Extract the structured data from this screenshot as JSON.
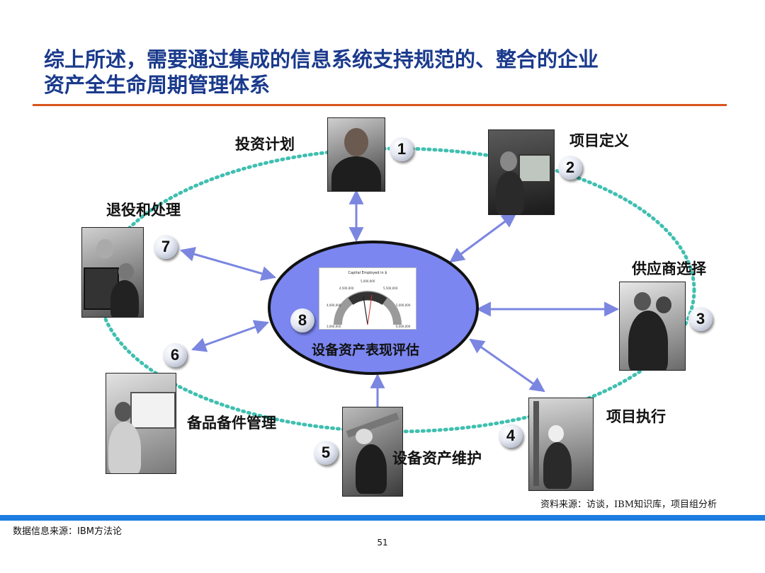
{
  "slide": {
    "title_line1": "综上所述，需要通过集成的信息系统支持规范的、整合的企业",
    "title_line2": "资产全生命周期管理体系",
    "accent_color": "#d9541c",
    "title_color": "#1a3a8c",
    "page_number": "51",
    "footer_source": "数据信息来源：IBM方法论",
    "source_note": "资料来源：访谈，IBM知识库，项目组分析"
  },
  "diagram": {
    "center": {
      "number": "8",
      "label": "设备资产表现评估",
      "fill_color": "#7b86f0",
      "gauge": {
        "title": "Capital Employed in $",
        "ticks": [
          "3,000,000",
          "4,000,000",
          "4,500,000",
          "5,000,000",
          "5,500,000",
          "5,000,000",
          "6,000,000"
        ]
      }
    },
    "stages": [
      {
        "number": "1",
        "label": "投资计划"
      },
      {
        "number": "2",
        "label": "项目定义"
      },
      {
        "number": "3",
        "label": "供应商选择"
      },
      {
        "number": "4",
        "label": "项目执行"
      },
      {
        "number": "5",
        "label": "设备资产维护"
      },
      {
        "number": "6",
        "label": "备品备件管理"
      },
      {
        "number": "7",
        "label": "退役和处理"
      }
    ],
    "cycle_color": "#3fbfb0",
    "arrow_color": "#7b86e0"
  }
}
